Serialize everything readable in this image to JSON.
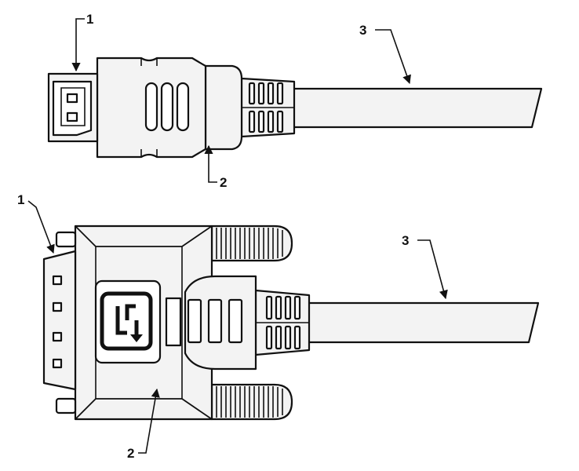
{
  "labels": {
    "hdmi_1": "1",
    "hdmi_2": "2",
    "hdmi_3": "3",
    "dvi_1": "1",
    "dvi_2": "2",
    "dvi_3": "3"
  }
}
